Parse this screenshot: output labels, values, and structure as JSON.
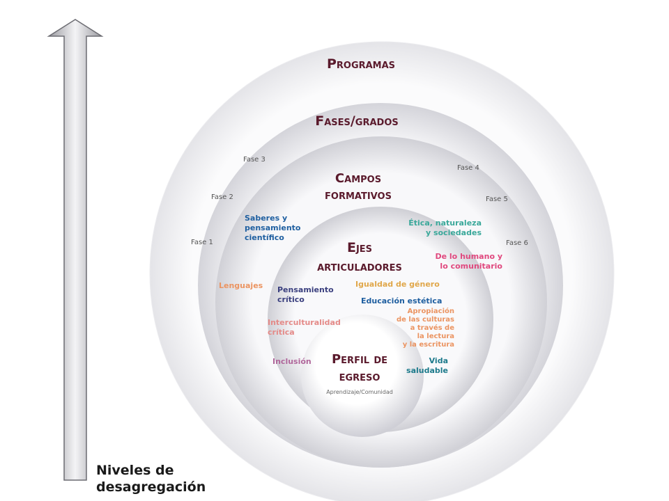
{
  "arrow_label": [
    "Niveles de",
    "desagregación"
  ],
  "rings": {
    "programas": "Programas",
    "fases_grados": "Fases/grados",
    "campos_formativos": [
      "Campos",
      "formativos"
    ],
    "ejes_articuladores": [
      "Ejes",
      "articuladores"
    ],
    "perfil_egreso": [
      "Perfil de",
      "egreso"
    ]
  },
  "fases": [
    "Fase 1",
    "Fase 2",
    "Fase 3",
    "Fase 4",
    "Fase 5",
    "Fase 6"
  ],
  "campos": {
    "saberes": [
      "Saberes y",
      "pensamiento",
      "científico"
    ],
    "etica": [
      "Ética, naturaleza",
      "y sociedades"
    ],
    "humano": [
      "De lo humano y",
      "lo comunitario"
    ],
    "lenguajes": "Lenguajes"
  },
  "ejes": {
    "pensamiento_critico": [
      "Pensamiento",
      "crítico"
    ],
    "igualdad": "Igualdad de género",
    "educacion_estetica": "Educación estética",
    "interculturalidad": [
      "Interculturalidad",
      "crítica"
    ],
    "apropiacion": [
      "Apropiación",
      "de las culturas",
      "a través de",
      "la lectura",
      "y la escritura"
    ],
    "inclusion": "Inclusión",
    "vida_saludable": [
      "Vida",
      "saludable"
    ]
  },
  "perfil_sub": "Aprendizaje/Comunidad",
  "colors": {
    "heading": "#5a1a2c",
    "fase": "#555555",
    "blue": "#1f5fa0",
    "teal": "#3aa89a",
    "pink": "#e0487e",
    "orange": "#eb9461",
    "navy": "#3a3f7e",
    "gold": "#e0a74a",
    "rose": "#e48a88",
    "purple": "#b0679b",
    "darkteal": "#1d7a8b"
  }
}
